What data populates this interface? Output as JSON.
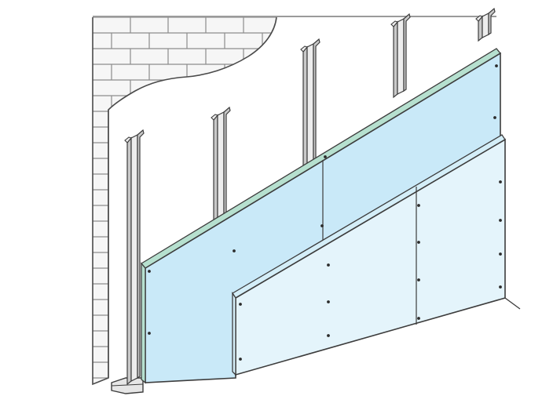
{
  "diagram": {
    "subject": "drywall-partition-cutaway",
    "components": [
      {
        "name": "masonry-wall",
        "material": "brick"
      },
      {
        "name": "metal-stud-frame",
        "count": 5
      },
      {
        "name": "floor-track"
      },
      {
        "name": "first-board-layer",
        "panels": 2
      },
      {
        "name": "second-board-layer",
        "panels": 2
      }
    ],
    "colors": {
      "background": "#ffffff",
      "outline": "#3c3c3c",
      "brick_fill": "#f6f6f6",
      "brick_line": "#8c8c8c",
      "stud_fill": "#ededed",
      "stud_shadow": "#c9c9c9",
      "board_layer_1": "#c9e9f8",
      "board_layer_1_edge": "#b6e0cf",
      "board_layer_2": "#e4f4fb",
      "board_layer_2_edge": "#d4eef8",
      "screw": "#2b2b2b"
    }
  }
}
